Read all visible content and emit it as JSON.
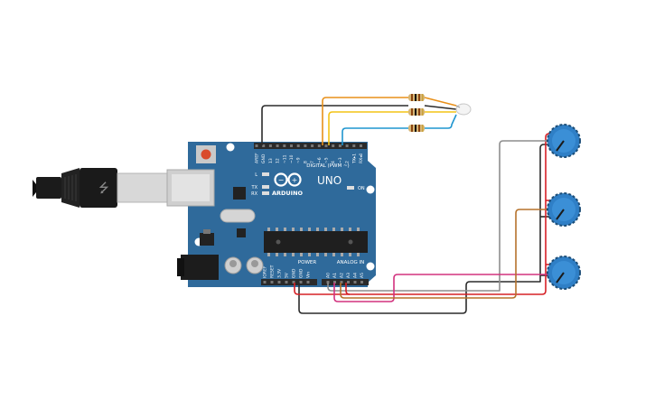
{
  "board": {
    "logo": "ARDUINO",
    "model": "UNO",
    "digital_label": "DIGITAL (PWM ~)",
    "power_label": "POWER",
    "analog_label": "ANALOG IN",
    "on_label": "ON",
    "l_label": "L",
    "tx_label": "TX",
    "rx_label": "RX",
    "top_pins": [
      "AREF",
      "GND",
      "13",
      "12",
      "~11",
      "~10",
      "~9",
      "8",
      "7",
      "~6",
      "~5",
      "4",
      "~3",
      "2",
      "TX▸1",
      "RX◂0"
    ],
    "power_pins": [
      "IOREF",
      "RESET",
      "3.3V",
      "5V",
      "GND",
      "GND",
      "Vin"
    ],
    "analog_pins": [
      "A0",
      "A1",
      "A2",
      "A3",
      "A4",
      "A5"
    ]
  },
  "colors": {
    "board": "#2f6a9b",
    "board_dark": "#25577f",
    "wire_black": "#2b2b2b",
    "wire_orange": "#e8901a",
    "wire_yellow": "#f3c316",
    "wire_blue": "#1f95cf",
    "wire_red": "#d62026",
    "wire_gray": "#8e8e8e",
    "wire_brown": "#b5722c",
    "wire_magenta": "#d2327f",
    "pot_blue": "#2f7fc6"
  }
}
